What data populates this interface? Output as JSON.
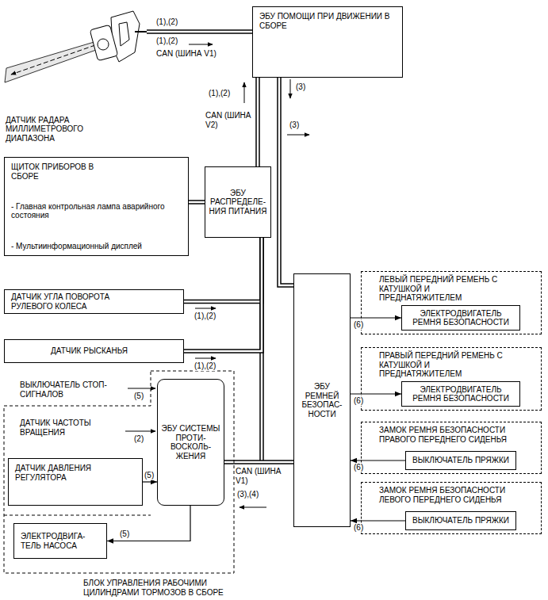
{
  "diagram": {
    "nodes": [
      {
        "text": [
          "ДАТЧИК РАДАРА МИЛЛИМЕТРОВОГО ДИАПАЗОНА"
        ]
      },
      {
        "text": [
          "ЭБУ ПОМОЩИ ПРИ ДВИЖЕНИИ В СБОРЕ"
        ]
      },
      {
        "text": [
          "ЩИТОК ПРИБОРОВ В СБОРЕ",
          "- Главная контрольная лампа аварийного состояния",
          "- Мультиинформационный дисплей"
        ]
      },
      {
        "text": [
          "ЭБУ РАСПРЕДЕЛЕ- НИЯ ПИТАНИЯ"
        ]
      },
      {
        "text": [
          "ДАТЧИК УГЛА ПОВОРОТА РУЛЕВОГО КОЛЕСА"
        ]
      },
      {
        "text": [
          "ДАТЧИК РЫСКАНЬЯ"
        ]
      },
      {
        "text": [
          "ЭБУ РЕМНЕЙ БЕЗОПАС- НОСТИ"
        ]
      },
      {
        "text": [
          "ЛЕВЫЙ ПЕРЕДНИЙ РЕМЕНЬ С КАТУШКОЙ И ПРЕДНАТЯЖИТЕЛЕМ"
        ]
      },
      {
        "text": [
          "ЭЛЕКТРОДВИГАТЕЛЬ РЕМНЯ БЕЗОПАСНОСТИ"
        ],
        "in": 7
      },
      {
        "text": [
          "ПРАВЫЙ ПЕРЕДНИЙ РЕМЕНЬ С КАТУШКОЙ И ПРЕДНАТЯЖИТЕЛЕМ"
        ]
      },
      {
        "text": [
          "ЭЛЕКТРОДВИГАТЕЛЬ РЕМНЯ БЕЗОПАСНОСТИ"
        ],
        "in": 9
      },
      {
        "text": [
          "ЗАМОК РЕМНЯ БЕЗОПАСНОСТИ ПРАВОГО ПЕРЕДНЕГО СИДЕНЬЯ"
        ]
      },
      {
        "text": [
          "ВЫКЛЮЧАТЕЛЬ ПРЯЖКИ"
        ],
        "in": 11
      },
      {
        "text": [
          "ЗАМОК РЕМНЯ БЕЗОПАСНОСТИ ЛЕВОГО ПЕРЕДНЕГО СИДЕНЬЯ"
        ]
      },
      {
        "text": [
          "ВЫКЛЮЧАТЕЛЬ ПРЯЖКИ"
        ],
        "in": 13
      },
      {
        "text": [
          "БЛОК УПРАВЛЕНИЯ РАБОЧИМИ ЦИЛИНДРАМИ ТОРМОЗОВ В СБОРЕ"
        ]
      },
      {
        "text": [
          "ЭБУ СИСТЕМЫ ПРОТИ- ВОСКОЛЬ- ЖЕНИЯ"
        ],
        "in": 15
      },
      {
        "text": [
          "ДАТЧИК ДАВЛЕНИЯ РЕГУЛЯТОРА"
        ],
        "in": 15
      },
      {
        "text": [
          "ЭЛЕКТРОДВИГА- ТЕЛЬ НАСОСА"
        ],
        "in": 15
      }
    ],
    "edges": [
      {
        "from": 0,
        "to": 1,
        "arrow": "none"
      },
      {
        "from": 3,
        "to": 1,
        "arrow": "none"
      },
      {
        "from": 1,
        "to": 6,
        "arrow": "none"
      },
      {
        "from": 2,
        "to": 3,
        "arrow": "none"
      },
      {
        "from": 4,
        "to": 3,
        "arrow": "none"
      },
      {
        "from": 5,
        "to": 3,
        "arrow": "none"
      },
      {
        "from": 16,
        "to": 6,
        "arrow": "none"
      },
      {
        "from": 6,
        "to": 8,
        "arrow": "to"
      },
      {
        "from": 6,
        "to": 10,
        "arrow": "to"
      },
      {
        "from": 12,
        "to": 6,
        "arrow": "to"
      },
      {
        "from": 14,
        "to": 6,
        "arrow": "to"
      },
      {
        "from": 17,
        "to": 16,
        "arrow": "to"
      },
      {
        "from": 16,
        "to": 18,
        "arrow": "to"
      }
    ],
    "labels": [
      "(1),(2)",
      "(1),(2)",
      "CAN (ШИНА V1)",
      "(1),(2)",
      "CAN (ШИНА V2)",
      "(3)",
      "(3)",
      "(1),(2)",
      "(1),(2)",
      "ВЫКЛЮЧАТЕЛЬ СТОП-СИГНАЛОВ",
      "(5)",
      "ДАТЧИК ЧАСТОТЫ ВРАЩЕНИЯ",
      "(2)",
      "(5)",
      "(5)",
      "CAN (ШИНА V1)",
      "(3),(4)",
      "(6)",
      "(6)",
      "(6)",
      "(6)"
    ]
  }
}
